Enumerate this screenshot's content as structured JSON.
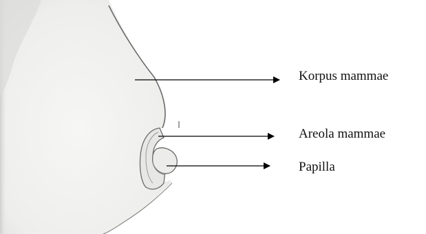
{
  "labels": {
    "korpus": "Korpus mammae",
    "areola": "Areola mammae",
    "papilla": "Papilla"
  },
  "colors": {
    "skin": "#f1f1ef",
    "skin_shadow": "#dcdcda",
    "outline": "#6a6a6a",
    "arrow": "#000000",
    "text": "#111111"
  }
}
